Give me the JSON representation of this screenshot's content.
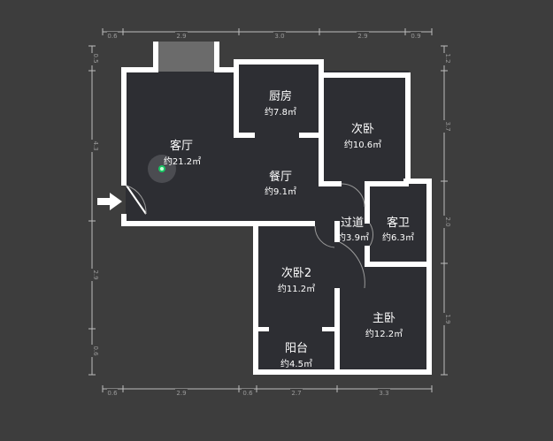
{
  "dimensions": {
    "top": [
      "0.6",
      "2.9",
      "3.0",
      "2.9",
      "0.9"
    ],
    "bottom": [
      "0.6",
      "2.9",
      "0.6",
      "2.7",
      "3.3"
    ],
    "left": [
      "0.5",
      "4.3",
      "2.9",
      "0.6"
    ],
    "right": [
      "1.2",
      "3.7",
      "2.0",
      "1.9"
    ]
  },
  "rooms": [
    {
      "name": "厨房",
      "area": "约7.8㎡"
    },
    {
      "name": "次卧",
      "area": "约10.6㎡"
    },
    {
      "name": "客厅",
      "area": "约21.2㎡"
    },
    {
      "name": "餐厅",
      "area": "约9.1㎡"
    },
    {
      "name": "过道",
      "area": "约3.9㎡"
    },
    {
      "name": "客卫",
      "area": "约6.3㎡"
    },
    {
      "name": "次卧2",
      "area": "约11.2㎡"
    },
    {
      "name": "主卧",
      "area": "约12.2㎡"
    },
    {
      "name": "阳台",
      "area": "约4.5㎡"
    }
  ],
  "colors": {
    "background": "#3d3d3d",
    "floor": "#2d2e33",
    "wall": "#ffffff",
    "balcony_window": "#6b6b6b",
    "location_marker": "#19c463"
  },
  "icons": {
    "entrance": "entrance-arrow-icon",
    "location": "location-marker-icon"
  }
}
